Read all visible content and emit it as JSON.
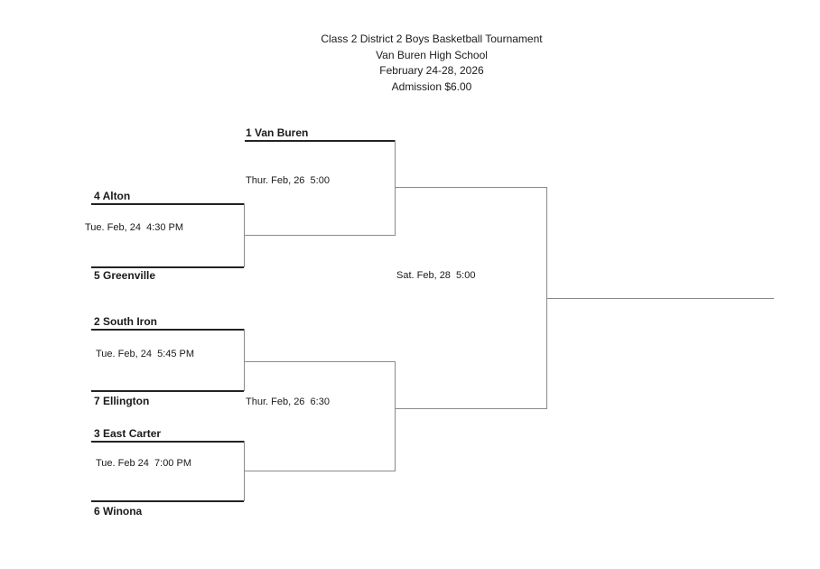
{
  "header": {
    "title": "Class 2 District 2 Boys Basketball Tournament",
    "venue": "Van Buren High School",
    "dates": "February 24-28, 2026",
    "admission": "Admission $6.00"
  },
  "bracket": {
    "round1": {
      "seed1": {
        "team": "1 Van Buren"
      },
      "match1": {
        "top": "4 Alton",
        "bottom": "5 Greenville",
        "time": "Tue. Feb, 24  4:30 PM"
      },
      "match2": {
        "top": "2 South Iron",
        "bottom": "7 Ellington",
        "time": "Tue. Feb, 24  5:45 PM"
      },
      "match3": {
        "top": "3 East Carter",
        "bottom": "6 Winona",
        "time": "Tue. Feb 24  7:00 PM"
      }
    },
    "semifinals": {
      "game1_time": "Thur. Feb, 26  5:00",
      "game2_time": "Thur. Feb, 26  6:30"
    },
    "final": {
      "time": "Sat. Feb, 28  5:00"
    }
  },
  "colors": {
    "page_bg": "#ffffff",
    "text": "#1a1a1a",
    "team_line": "#222222",
    "connector_line": "#8a8a8a"
  }
}
